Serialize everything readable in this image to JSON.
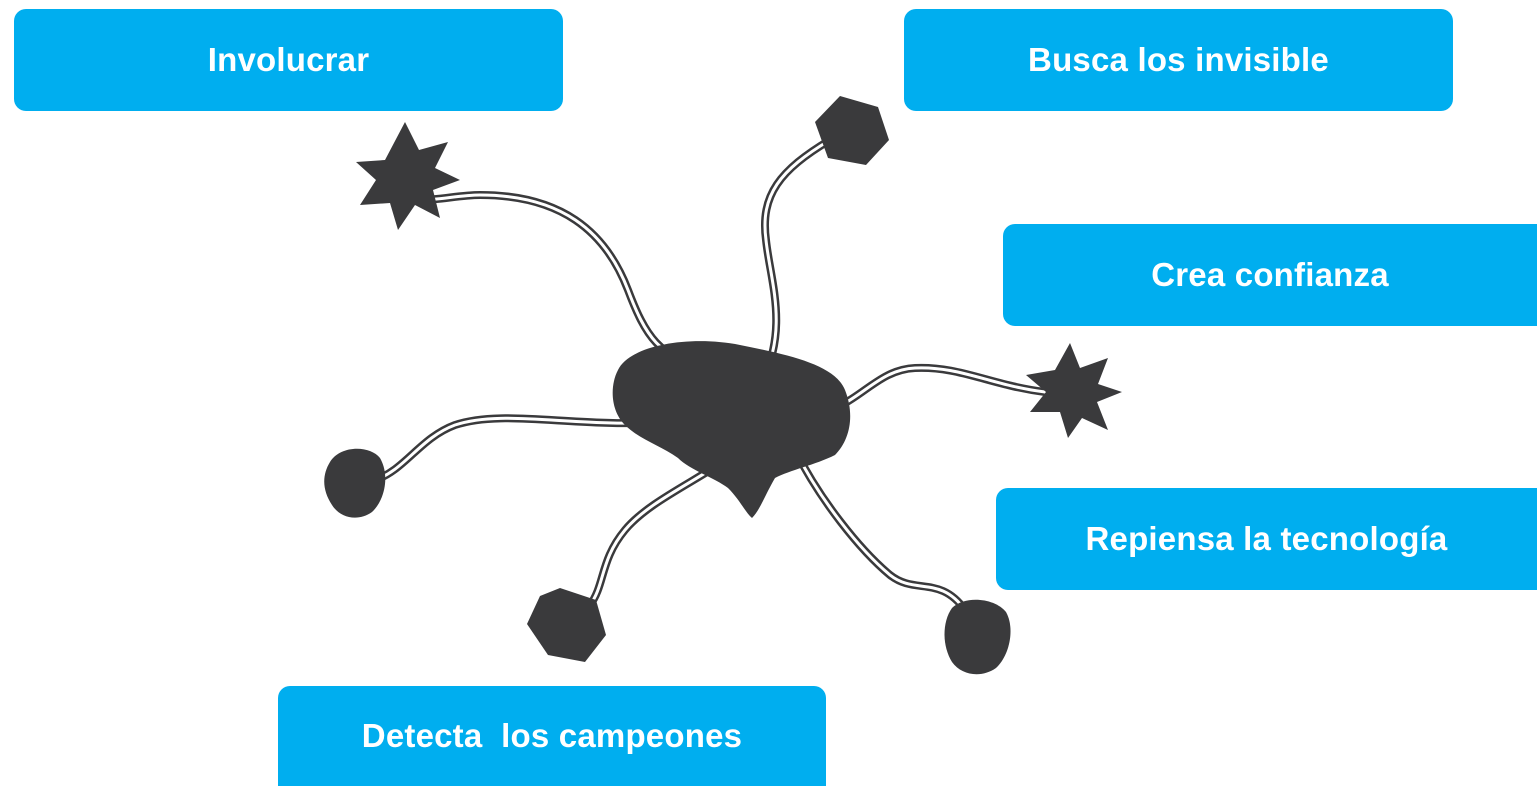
{
  "colors": {
    "box_fill": "#00aeef",
    "box_text": "#ffffff",
    "shape_fill": "#3a3a3c",
    "connector_inner": "#ffffff"
  },
  "labels": {
    "involucrar": "Involucrar",
    "busca": "Busca los invisible",
    "crea": "Crea confianza",
    "repiensa": "Repiensa la tecnología",
    "detecta": "Detecta  los campeones"
  },
  "nodes": {
    "involucrar": "star-icon",
    "busca": "hexagon-icon",
    "crea": "star-icon",
    "repiensa": "blob-icon",
    "detecta": "hexagon-icon",
    "left": "blob-icon"
  }
}
